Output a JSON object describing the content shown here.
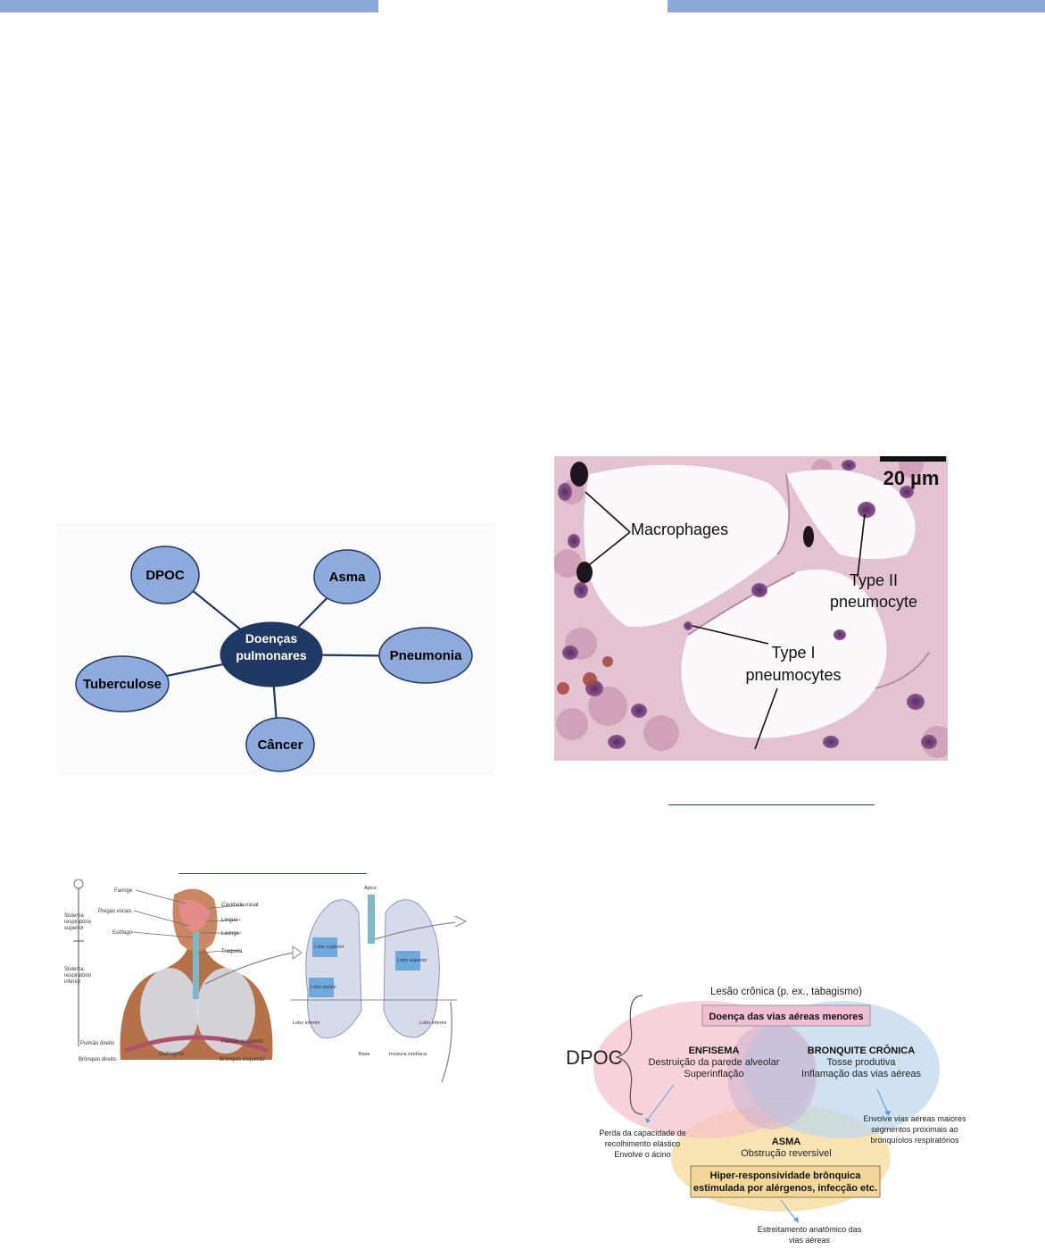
{
  "header": {
    "accent_color": "#8eaadb"
  },
  "mindmap": {
    "center": "Doenças pulmonares",
    "center_line1": "Doenças",
    "center_line2": "pulmonares",
    "nodes": [
      "DPOC",
      "Asma",
      "Pneumonia",
      "Câncer",
      "Tuberculose"
    ],
    "center_color": "#1f3864",
    "node_color": "#8faadc"
  },
  "micrograph": {
    "scale_bar": "20 µm",
    "labels": {
      "macrophages": "Macrophages",
      "type2_line1": "Type II",
      "type2_line2": "pneumocyte",
      "type1_line1": "Type I",
      "type1_line2": "pneumocytes"
    }
  },
  "anatomy": {
    "left_labels": [
      "Sistema respiratório superior",
      "Sistema respiratório inferior"
    ],
    "upper_line1": "Sistema",
    "upper_line2": "respiratório",
    "upper_line3": "superior",
    "lower_line1": "Sistema",
    "lower_line2": "respiratório",
    "lower_line3": "inferior",
    "parts": {
      "faringe": "Faringe",
      "pregas": "Pregas vocais",
      "esofago": "Esôfago",
      "cavidade": "Cavidade nasal",
      "lingua": "Língua",
      "laringe": "Laringe",
      "traqueia": "Traqueia",
      "pulmao_d": "Pulmão direito",
      "bronquio_d": "Brônquio direito",
      "diafragma": "Diafragma",
      "pulmao_e": "Pulmão esquerdo",
      "bronquio_e": "Brônquio esquerdo"
    },
    "lung": {
      "apice": "Ápice",
      "lobo_sup_d": "Lobo superior",
      "lobo_medio": "Lobo médio",
      "lobo_inf_d": "Lobo inferior",
      "lobo_sup_e": "Lobo superior",
      "lobo_inf_e": "Lobo inferior",
      "base": "Base",
      "incisura": "Incisura cardíaca"
    }
  },
  "venn": {
    "title": "Lesão crônica (p. ex., tabagismo)",
    "top_box": "Doença das vias aéreas menores",
    "dpoc": "DPOC",
    "enfisema": {
      "name": "ENFISEMA",
      "line1": "Destruição da parede alveolar",
      "line2": "Superinflação"
    },
    "bronquite": {
      "name": "BRONQUITE CRÔNICA",
      "line1": "Tosse produtiva",
      "line2": "Inflamação das vias aéreas"
    },
    "asma": {
      "name": "ASMA",
      "line1": "Obstrução reversível"
    },
    "bottom_box_line1": "Hiper-responsividade brônquica",
    "bottom_box_line2": "estimulada por alérgenos, infecção etc.",
    "note_left_1": "Perda da capacidade de",
    "note_left_2": "recolhimento elástico",
    "note_left_3": "Envolve o ácino",
    "note_right_1": "Envolve vias aéreas maiores",
    "note_right_2": "segmentos proximais ao",
    "note_right_3": "bronquíolos respiratórios",
    "note_bottom_1": "Estreitamento anatômico das",
    "note_bottom_2": "vias aéreas"
  }
}
